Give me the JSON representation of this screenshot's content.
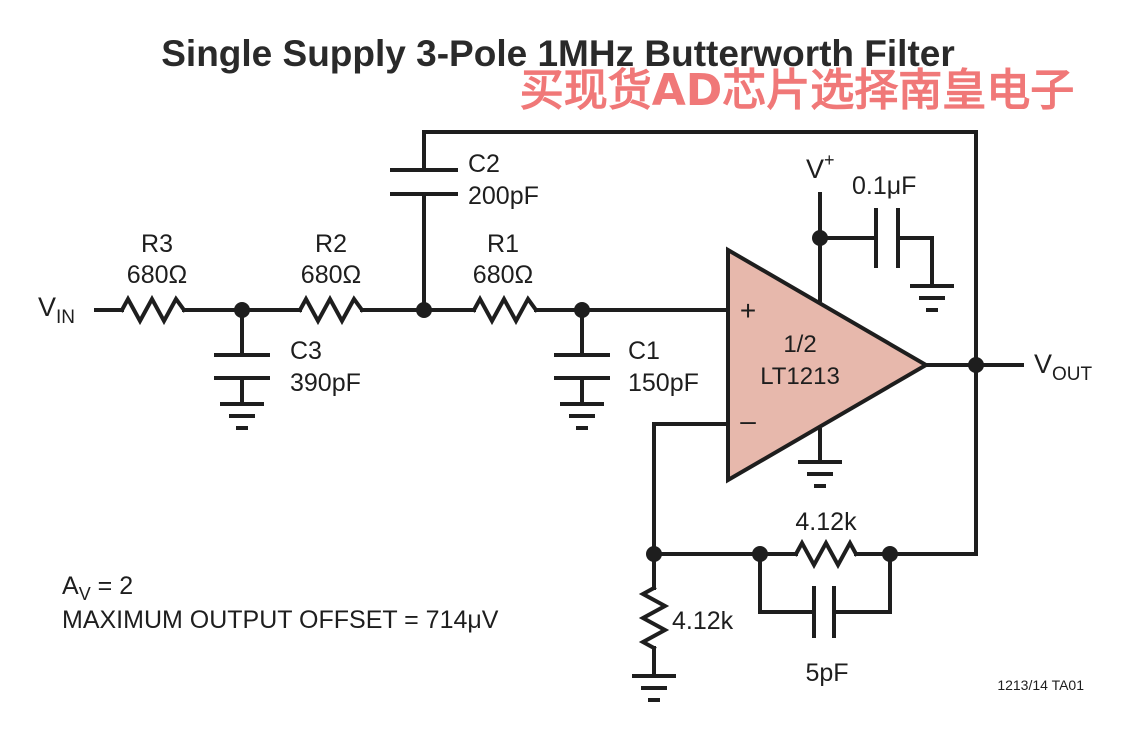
{
  "title": "Single Supply 3-Pole 1MHz Butterworth Filter",
  "watermark": "买现货AD芯片选择南皇电子",
  "colors": {
    "opamp_fill": "#e7b8ac",
    "watermark": "#f07878",
    "ink": "#1e1e1e"
  },
  "components": {
    "r3": {
      "name": "R3",
      "value": "680Ω"
    },
    "r2": {
      "name": "R2",
      "value": "680Ω"
    },
    "r1": {
      "name": "R1",
      "value": "680Ω"
    },
    "c3": {
      "name": "C3",
      "value": "390pF"
    },
    "c2": {
      "name": "C2",
      "value": "200pF"
    },
    "c1": {
      "name": "C1",
      "value": "150pF"
    },
    "decoupling": {
      "value": "0.1μF"
    },
    "feedback_r": {
      "value": "4.12k"
    },
    "ground_r": {
      "value": "4.12k"
    },
    "feedback_c": {
      "value": "5pF"
    }
  },
  "opamp": {
    "line1": "1/2",
    "line2": "LT1213",
    "plus": "+",
    "minus": "–"
  },
  "nets": {
    "vin": {
      "main": "V",
      "sub": "IN"
    },
    "vout": {
      "main": "V",
      "sub": "OUT"
    },
    "vplus": {
      "main": "V",
      "sup": "+"
    }
  },
  "notes": {
    "gain": {
      "main": "A",
      "sub": "V",
      "rest": " = 2"
    },
    "offset": "MAXIMUM OUTPUT OFFSET = 714μV"
  },
  "figure_id": "1213/14 TA01"
}
